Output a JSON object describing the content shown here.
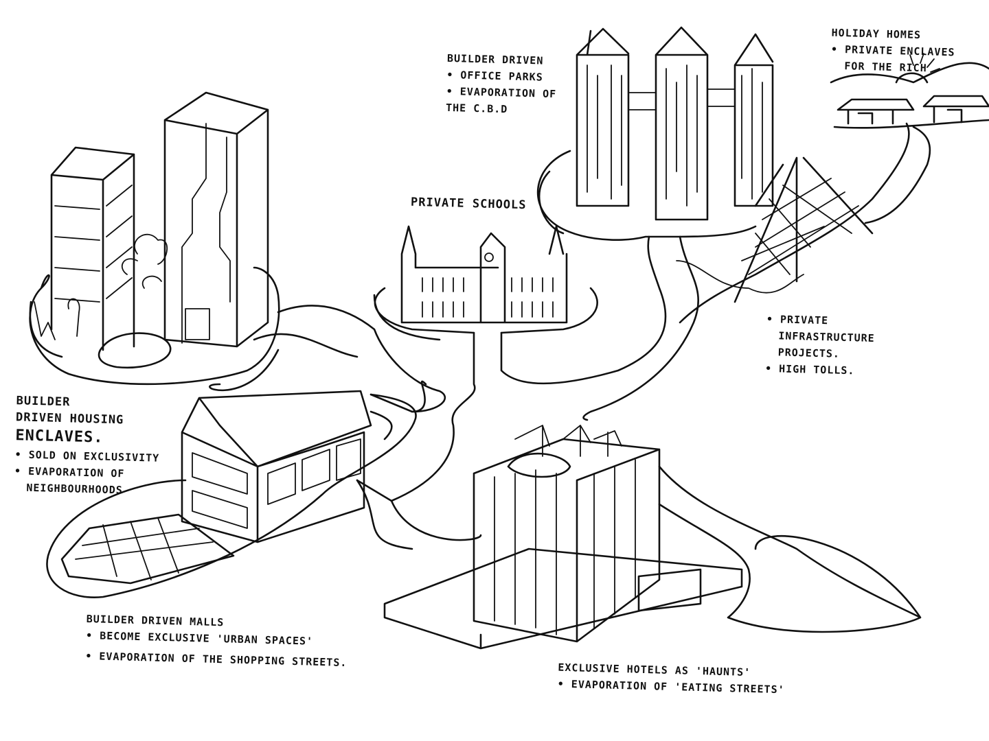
{
  "labels": {
    "office": {
      "title": "BUILDER DRIVEN",
      "bullets": [
        "• OFFICE PARKS",
        "• EVAPORATION OF",
        "THE C.B.D"
      ]
    },
    "holiday": {
      "title": "HOLIDAY HOMES",
      "bullets": [
        "• PRIVATE ENCLAVES",
        "FOR THE RICH"
      ]
    },
    "schools": {
      "title": "PRIVATE SCHOOLS"
    },
    "infrastructure": {
      "bullets": [
        "• PRIVATE",
        "INFRASTRUCTURE",
        "PROJECTS.",
        "• HIGH TOLLS."
      ]
    },
    "housing": {
      "title": [
        "BUILDER",
        "DRIVEN HOUSING",
        "ENCLAVES."
      ],
      "bullets": [
        "• SOLD ON EXCLUSIVITY",
        "• EVAPORATION OF",
        "NEIGHBOURHOODS"
      ]
    },
    "malls": {
      "title": "BUILDER DRIVEN MALLS",
      "bullets": [
        "• BECOME EXCLUSIVE 'URBAN SPACES'",
        "• EVAPORATION OF THE SHOPPING STREETS."
      ]
    },
    "hotels": {
      "title": "EXCLUSIVE HOTELS AS 'HAUNTS'",
      "bullets": [
        "• EVAPORATION OF 'EATING STREETS'"
      ]
    }
  },
  "colors": {
    "ink": "#111111",
    "paper": "#ffffff"
  }
}
